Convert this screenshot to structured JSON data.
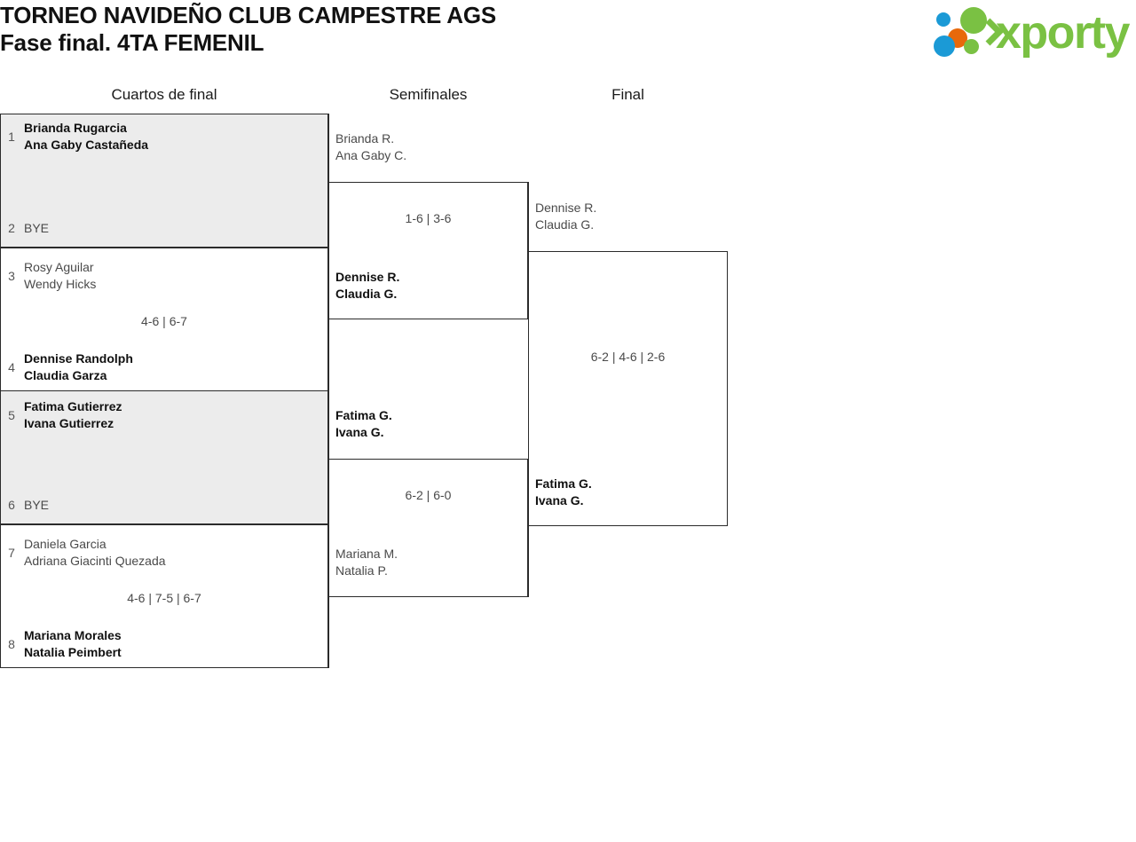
{
  "header": {
    "title_line1": "TORNEO NAVIDEÑO CLUB CAMPESTRE AGS",
    "title_line2": "Fase final. 4TA FEMENIL",
    "logo_text": "xporty",
    "logo_colors": {
      "green": "#7ac143",
      "blue": "#1b9ad6",
      "orange": "#e8690b"
    }
  },
  "bracket": {
    "rounds": [
      {
        "label": "Cuartos de final"
      },
      {
        "label": "Semifinales"
      },
      {
        "label": "Final"
      }
    ],
    "quarterfinals": [
      {
        "top": {
          "seed": "1",
          "line1": "Brianda Rugarcia",
          "line2": "Ana Gaby Castañeda",
          "result": "winner"
        },
        "bottom": {
          "seed": "2",
          "line1": "BYE",
          "line2": "",
          "result": "bye"
        },
        "score": ""
      },
      {
        "top": {
          "seed": "3",
          "line1": "Rosy Aguilar",
          "line2": "Wendy Hicks",
          "result": "loser"
        },
        "bottom": {
          "seed": "4",
          "line1": "Dennise Randolph",
          "line2": "Claudia Garza",
          "result": "winner"
        },
        "score": "4-6 | 6-7"
      },
      {
        "top": {
          "seed": "5",
          "line1": "Fatima Gutierrez",
          "line2": "Ivana Gutierrez",
          "result": "winner"
        },
        "bottom": {
          "seed": "6",
          "line1": "BYE",
          "line2": "",
          "result": "bye"
        },
        "score": ""
      },
      {
        "top": {
          "seed": "7",
          "line1": "Daniela Garcia",
          "line2": "Adriana Giacinti Quezada",
          "result": "loser"
        },
        "bottom": {
          "seed": "8",
          "line1": "Mariana Morales",
          "line2": "Natalia Peimbert",
          "result": "winner"
        },
        "score": "4-6 | 7-5 | 6-7"
      }
    ],
    "semifinals": [
      {
        "top": {
          "line1": "Brianda R.",
          "line2": "Ana Gaby C.",
          "result": "loser"
        },
        "bottom": {
          "line1": "Dennise R.",
          "line2": "Claudia G.",
          "result": "winner"
        },
        "score": "1-6 | 3-6"
      },
      {
        "top": {
          "line1": "Fatima G.",
          "line2": "Ivana G.",
          "result": "winner"
        },
        "bottom": {
          "line1": "Mariana M.",
          "line2": "Natalia P.",
          "result": "loser"
        },
        "score": "6-2 | 6-0"
      }
    ],
    "final": [
      {
        "top": {
          "line1": "Dennise R.",
          "line2": "Claudia G.",
          "result": "loser"
        },
        "bottom": {
          "line1": "Fatima G.",
          "line2": "Ivana G.",
          "result": "winner"
        },
        "score": "6-2 | 4-6 | 2-6"
      }
    ]
  }
}
